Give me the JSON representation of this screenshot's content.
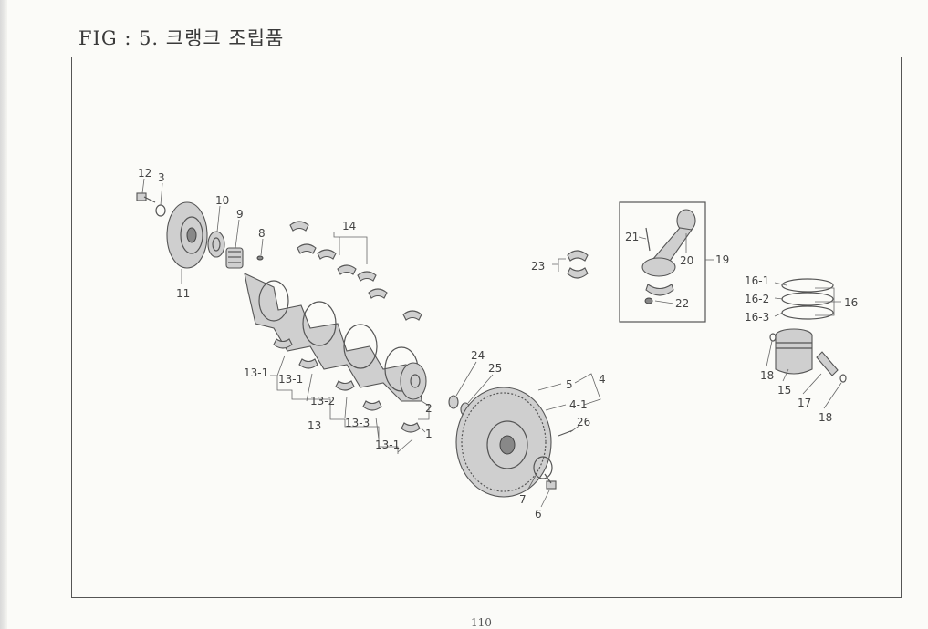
{
  "header": {
    "title": "FIG : 5. 크랭크 조립품"
  },
  "footer": {
    "page_number": "110"
  },
  "parts": {
    "p1": "1",
    "p2": "2",
    "p3": "3",
    "p4": "4",
    "p4_1": "4-1",
    "p5": "5",
    "p6": "6",
    "p7": "7",
    "p8": "8",
    "p9": "9",
    "p10": "10",
    "p11": "11",
    "p12": "12",
    "p13": "13",
    "p13_1a": "13-1",
    "p13_1b": "13-1",
    "p13_2": "13-2",
    "p13_3": "13-3",
    "p13_1c": "13-1",
    "p14": "14",
    "p15": "15",
    "p16": "16",
    "p16_1": "16-1",
    "p16_2": "16-2",
    "p16_3": "16-3",
    "p17": "17",
    "p18a": "18",
    "p18b": "18",
    "p19": "19",
    "p20": "20",
    "p21": "21",
    "p22": "22",
    "p23": "23",
    "p24": "24",
    "p25": "25",
    "p26": "26"
  }
}
